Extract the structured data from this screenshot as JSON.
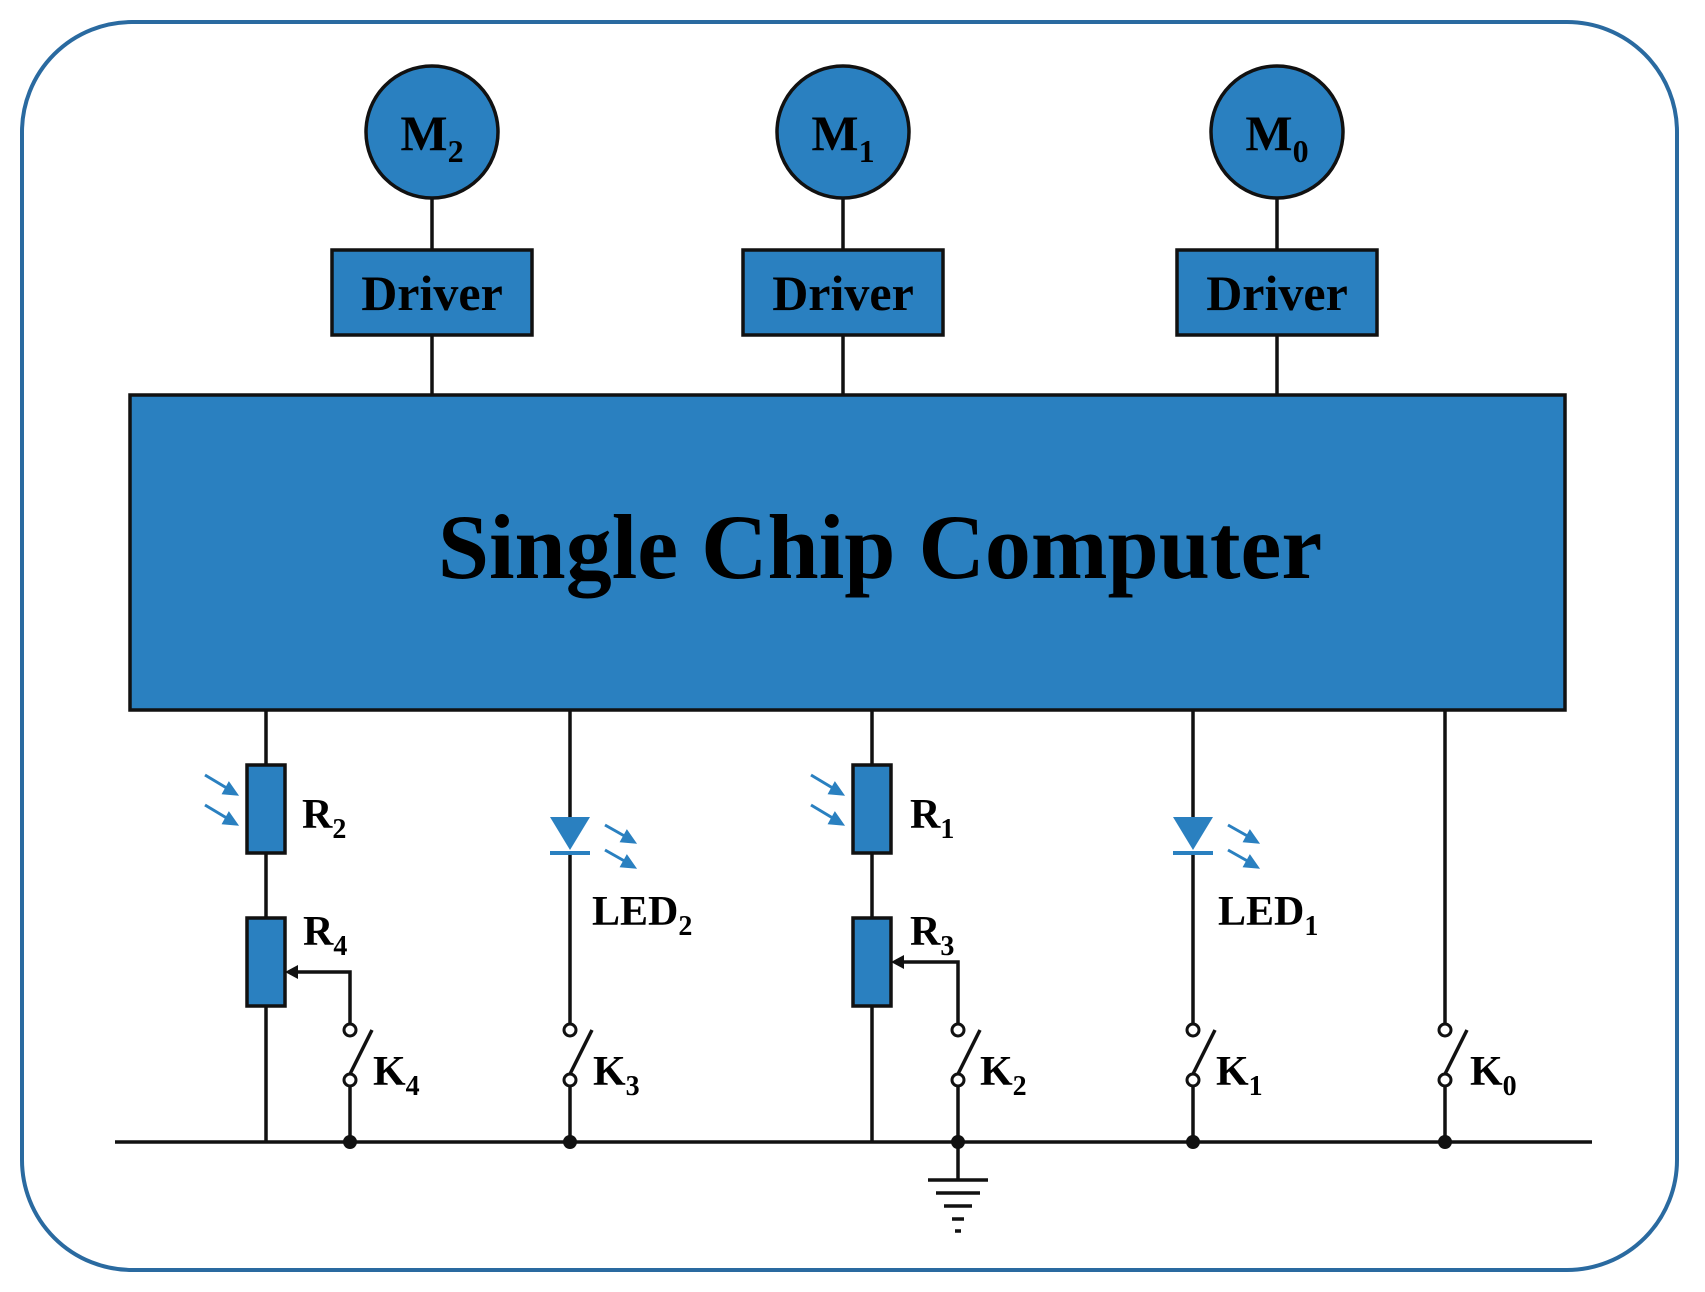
{
  "chip": {
    "label": "Single Chip Computer"
  },
  "motors": [
    {
      "base": "M",
      "sub": "2",
      "driver": "Driver"
    },
    {
      "base": "M",
      "sub": "1",
      "driver": "Driver"
    },
    {
      "base": "M",
      "sub": "0",
      "driver": "Driver"
    }
  ],
  "photoresistors": [
    {
      "base": "R",
      "sub": "2"
    },
    {
      "base": "R",
      "sub": "1"
    }
  ],
  "potentiometers": [
    {
      "base": "R",
      "sub": "4"
    },
    {
      "base": "R",
      "sub": "3"
    }
  ],
  "leds": [
    {
      "base": "LED",
      "sub": "2"
    },
    {
      "base": "LED",
      "sub": "1"
    }
  ],
  "switches": [
    {
      "base": "K",
      "sub": "4"
    },
    {
      "base": "K",
      "sub": "3"
    },
    {
      "base": "K",
      "sub": "2"
    },
    {
      "base": "K",
      "sub": "1"
    },
    {
      "base": "K",
      "sub": "0"
    }
  ],
  "colors": {
    "component": "#2a80c0",
    "frame": "#2a6aa0",
    "wire": "#111111"
  }
}
